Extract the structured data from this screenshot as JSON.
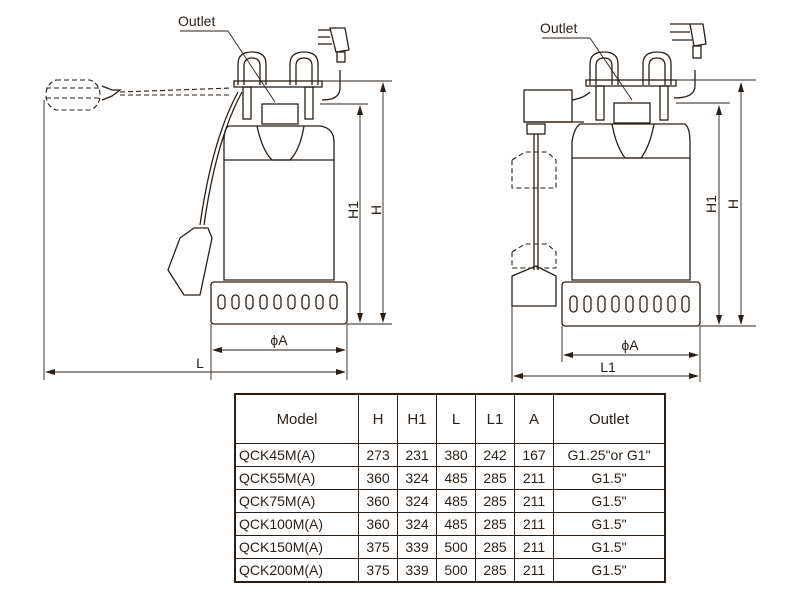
{
  "diagram": {
    "left_view": {
      "outlet_label": "Outlet",
      "dims": {
        "h": "H",
        "h1": "H1",
        "a": "ϕA",
        "l": "L"
      }
    },
    "right_view": {
      "outlet_label": "Outlet",
      "dims": {
        "h": "H",
        "h1": "H1",
        "a": "ϕA",
        "l1": "L1"
      }
    },
    "line_color": "#2a1f16"
  },
  "table": {
    "headers": [
      "Model",
      "H",
      "H1",
      "L",
      "L1",
      "A",
      "Outlet"
    ],
    "rows": [
      [
        "QCK45M(A)",
        "273",
        "231",
        "380",
        "242",
        "167",
        "G1.25\"or  G1\""
      ],
      [
        "QCK55M(A)",
        "360",
        "324",
        "485",
        "285",
        "211",
        "G1.5\""
      ],
      [
        "QCK75M(A)",
        "360",
        "324",
        "485",
        "285",
        "211",
        "G1.5\""
      ],
      [
        "QCK100M(A)",
        "360",
        "324",
        "485",
        "285",
        "211",
        "G1.5\""
      ],
      [
        "QCK150M(A)",
        "375",
        "339",
        "500",
        "285",
        "211",
        "G1.5\""
      ],
      [
        "QCK200M(A)",
        "375",
        "339",
        "500",
        "285",
        "211",
        "G1.5\""
      ]
    ]
  }
}
